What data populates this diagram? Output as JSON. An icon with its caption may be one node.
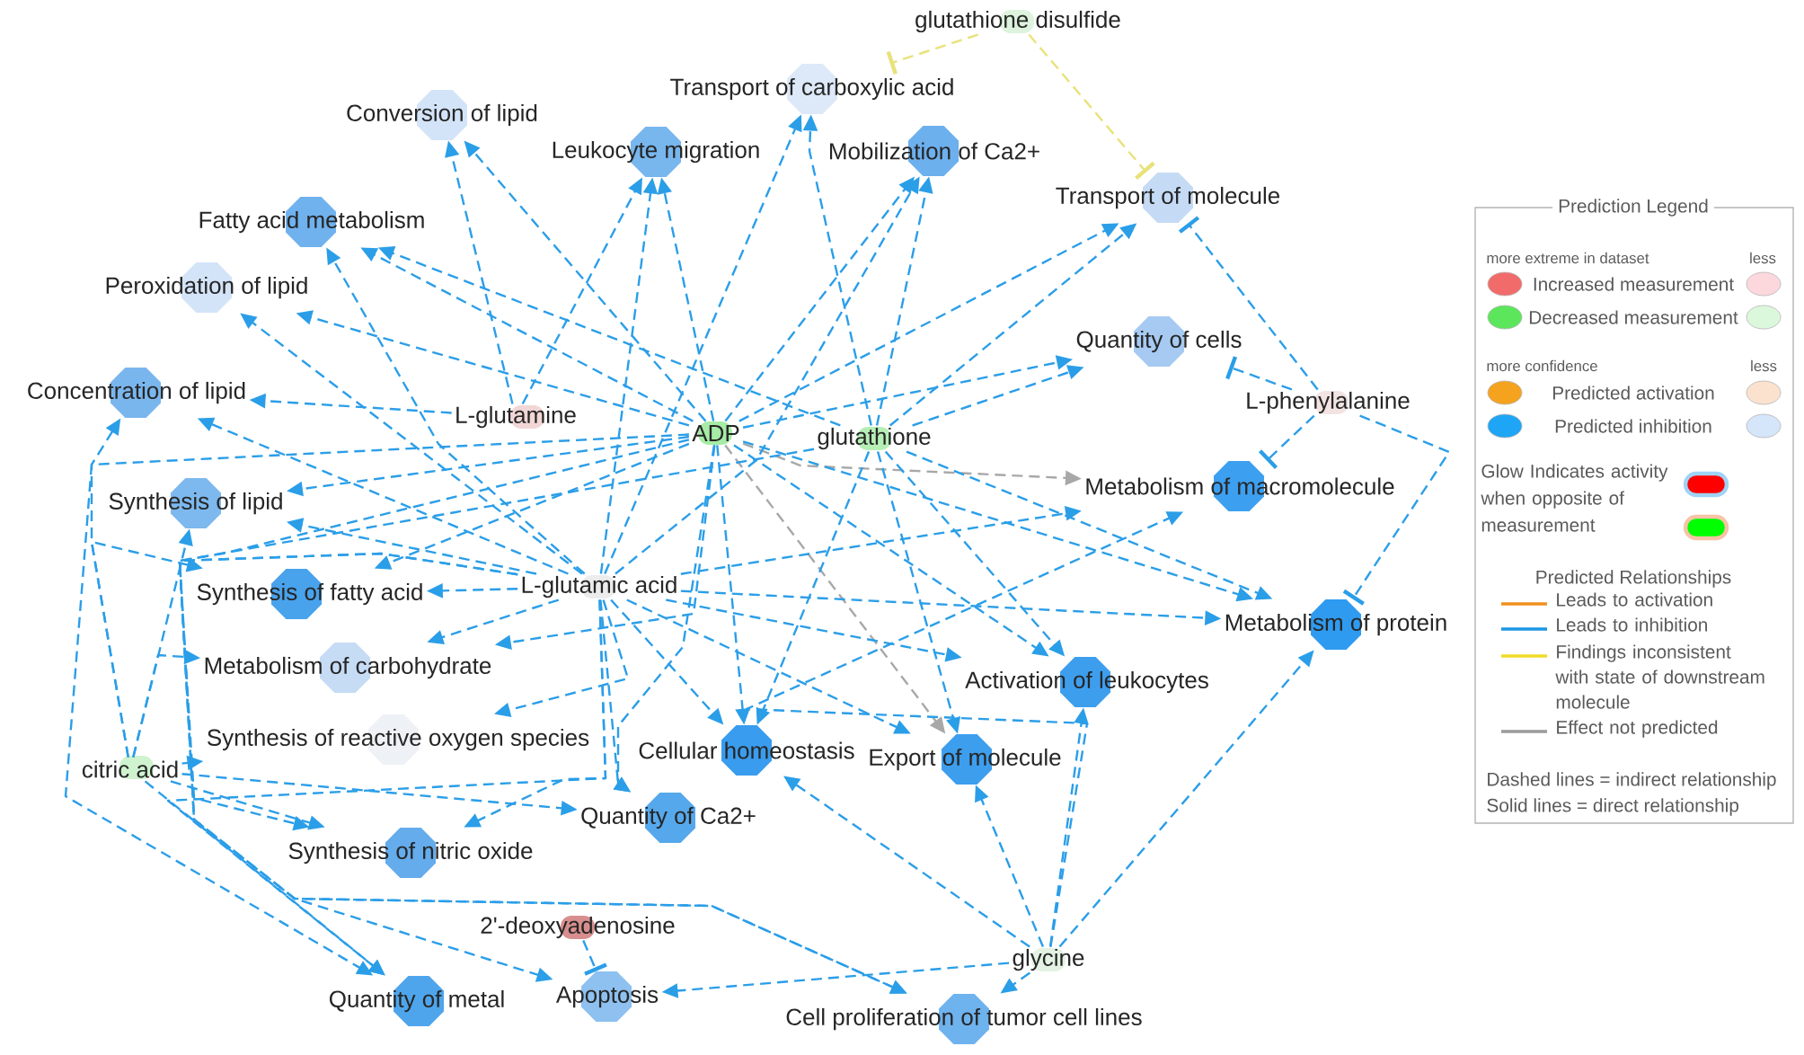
{
  "diagram": {
    "nodes": [
      {
        "text": [
          "glutathione disulfide"
        ]
      },
      {
        "text": [
          "Transport of carboxylic acid"
        ]
      },
      {
        "text": [
          "Conversion of lipid"
        ]
      },
      {
        "text": [
          "Leukocyte migration"
        ]
      },
      {
        "text": [
          "Mobilization of Ca2+"
        ]
      },
      {
        "text": [
          "Transport of molecule"
        ]
      },
      {
        "text": [
          "Fatty acid metabolism"
        ]
      },
      {
        "text": [
          "Peroxidation of lipid"
        ]
      },
      {
        "text": [
          "Quantity of cells"
        ]
      },
      {
        "text": [
          "Concentration of lipid"
        ]
      },
      {
        "text": [
          "L-phenylalanine"
        ]
      },
      {
        "text": [
          "L-glutamine"
        ]
      },
      {
        "text": [
          "ADP"
        ]
      },
      {
        "text": [
          "glutathione"
        ]
      },
      {
        "text": [
          "Metabolism of macromolecule"
        ]
      },
      {
        "text": [
          "Synthesis of lipid"
        ]
      },
      {
        "text": [
          "L-glutamic acid"
        ]
      },
      {
        "text": [
          "Synthesis of fatty acid"
        ]
      },
      {
        "text": [
          "Metabolism of protein"
        ]
      },
      {
        "text": [
          "Metabolism of carbohydrate"
        ]
      },
      {
        "text": [
          "Activation of leukocytes"
        ]
      },
      {
        "text": [
          "Cellular homeostasis"
        ]
      },
      {
        "text": [
          "Synthesis of reactive oxygen species"
        ]
      },
      {
        "text": [
          "Export of molecule"
        ]
      },
      {
        "text": [
          "citric acid"
        ]
      },
      {
        "text": [
          "Quantity of Ca2+"
        ]
      },
      {
        "text": [
          "Synthesis of nitric oxide"
        ]
      },
      {
        "text": [
          "Cell proliferation of tumor cell lines"
        ]
      },
      {
        "text": [
          "2'-deoxyadenosine"
        ]
      },
      {
        "text": [
          "glycine"
        ]
      },
      {
        "text": [
          "Quantity of metal"
        ]
      },
      {
        "text": [
          "Apoptosis"
        ]
      }
    ],
    "edges": [
      {
        "from": 0,
        "to": 1,
        "arrow": "other",
        "style": "dashed",
        "color": "#e8e27a"
      },
      {
        "from": 0,
        "to": 5,
        "arrow": "other",
        "style": "dashed",
        "color": "#e8e27a"
      },
      {
        "from": 10,
        "to": 5,
        "arrow": "other",
        "style": "dashed"
      },
      {
        "from": 10,
        "to": 8,
        "arrow": "other",
        "style": "dashed"
      },
      {
        "from": 10,
        "to": 14,
        "arrow": "other",
        "style": "dashed"
      },
      {
        "from": 10,
        "to": 18,
        "arrow": "other",
        "style": "dashed"
      },
      {
        "from": 11,
        "to": 2,
        "arrow": "to",
        "style": "dashed"
      },
      {
        "from": 11,
        "to": 3,
        "arrow": "to",
        "style": "dashed"
      },
      {
        "from": 11,
        "to": 9,
        "arrow": "to",
        "style": "dashed"
      },
      {
        "from": 12,
        "to": 2,
        "arrow": "to",
        "style": "dashed"
      },
      {
        "from": 12,
        "to": 3,
        "arrow": "to",
        "style": "dashed"
      },
      {
        "from": 12,
        "to": 4,
        "arrow": "to",
        "style": "dashed"
      },
      {
        "from": 12,
        "to": 5,
        "arrow": "to",
        "style": "dashed"
      },
      {
        "from": 12,
        "to": 6,
        "arrow": "to",
        "style": "dashed"
      },
      {
        "from": 12,
        "to": 7,
        "arrow": "to",
        "style": "dashed"
      },
      {
        "from": 12,
        "to": 8,
        "arrow": "to",
        "style": "dashed"
      },
      {
        "from": 12,
        "to": 14,
        "arrow": "to",
        "style": "dashed",
        "color": "#a8a8a8"
      },
      {
        "from": 12,
        "to": 18,
        "arrow": "to",
        "style": "dashed"
      },
      {
        "from": 12,
        "to": 20,
        "arrow": "to",
        "style": "dashed"
      },
      {
        "from": 12,
        "to": 21,
        "arrow": "to",
        "style": "dashed"
      },
      {
        "from": 12,
        "to": 23,
        "arrow": "to",
        "style": "dashed",
        "color": "#a8a8a8"
      },
      {
        "from": 12,
        "to": 25,
        "arrow": "to",
        "style": "dashed"
      },
      {
        "from": 12,
        "to": 26,
        "arrow": "to",
        "style": "dashed"
      },
      {
        "from": 12,
        "to": 30,
        "arrow": "to",
        "style": "dashed"
      },
      {
        "from": 12,
        "to": 19,
        "arrow": "to",
        "style": "dashed"
      },
      {
        "from": 12,
        "to": 17,
        "arrow": "to",
        "style": "dashed"
      },
      {
        "from": 12,
        "to": 15,
        "arrow": "to",
        "style": "dashed"
      },
      {
        "from": 13,
        "to": 1,
        "arrow": "to",
        "style": "dashed"
      },
      {
        "from": 13,
        "to": 4,
        "arrow": "to",
        "style": "dashed"
      },
      {
        "from": 13,
        "to": 5,
        "arrow": "to",
        "style": "dashed"
      },
      {
        "from": 13,
        "to": 6,
        "arrow": "to",
        "style": "dashed"
      },
      {
        "from": 13,
        "to": 8,
        "arrow": "to",
        "style": "dashed"
      },
      {
        "from": 13,
        "to": 18,
        "arrow": "to",
        "style": "dashed"
      },
      {
        "from": 13,
        "to": 20,
        "arrow": "to",
        "style": "dashed"
      },
      {
        "from": 13,
        "to": 21,
        "arrow": "to",
        "style": "dashed"
      },
      {
        "from": 13,
        "to": 23,
        "arrow": "to",
        "style": "dashed"
      },
      {
        "from": 13,
        "to": 27,
        "arrow": "to",
        "style": "dashed"
      },
      {
        "from": 16,
        "to": 1,
        "arrow": "to",
        "style": "dashed"
      },
      {
        "from": 16,
        "to": 3,
        "arrow": "to",
        "style": "dashed"
      },
      {
        "from": 16,
        "to": 4,
        "arrow": "to",
        "style": "dashed"
      },
      {
        "from": 16,
        "to": 6,
        "arrow": "to",
        "style": "dashed"
      },
      {
        "from": 16,
        "to": 7,
        "arrow": "to",
        "style": "dashed"
      },
      {
        "from": 16,
        "to": 9,
        "arrow": "to",
        "style": "dashed"
      },
      {
        "from": 16,
        "to": 14,
        "arrow": "to",
        "style": "dashed"
      },
      {
        "from": 16,
        "to": 18,
        "arrow": "to",
        "style": "dashed"
      },
      {
        "from": 16,
        "to": 20,
        "arrow": "to",
        "style": "dashed"
      },
      {
        "from": 16,
        "to": 21,
        "arrow": "to",
        "style": "dashed"
      },
      {
        "from": 16,
        "to": 23,
        "arrow": "to",
        "style": "dashed"
      },
      {
        "from": 16,
        "to": 25,
        "arrow": "to",
        "style": "dashed"
      },
      {
        "from": 16,
        "to": 27,
        "arrow": "to",
        "style": "dashed"
      },
      {
        "from": 16,
        "to": 26,
        "arrow": "to",
        "style": "dashed"
      },
      {
        "from": 16,
        "to": 30,
        "arrow": "to",
        "style": "dashed"
      },
      {
        "from": 16,
        "to": 31,
        "arrow": "to",
        "style": "dashed"
      },
      {
        "from": 16,
        "to": 22,
        "arrow": "to",
        "style": "dashed"
      },
      {
        "from": 16,
        "to": 19,
        "arrow": "to",
        "style": "dashed"
      },
      {
        "from": 16,
        "to": 17,
        "arrow": "to",
        "style": "dashed"
      },
      {
        "from": 16,
        "to": 15,
        "arrow": "to",
        "style": "dashed"
      },
      {
        "from": 24,
        "to": 9,
        "arrow": "to",
        "style": "dashed"
      },
      {
        "from": 24,
        "to": 15,
        "arrow": "to",
        "style": "dashed"
      },
      {
        "from": 24,
        "to": 17,
        "arrow": "to",
        "style": "dashed"
      },
      {
        "from": 24,
        "to": 19,
        "arrow": "to",
        "style": "dashed"
      },
      {
        "from": 24,
        "to": 22,
        "arrow": "to",
        "style": "dashed"
      },
      {
        "from": 24,
        "to": 25,
        "arrow": "to",
        "style": "dashed"
      },
      {
        "from": 24,
        "to": 26,
        "arrow": "to",
        "style": "dashed"
      },
      {
        "from": 24,
        "to": 30,
        "arrow": "to",
        "style": "dashed"
      },
      {
        "from": 28,
        "to": 31,
        "arrow": "other",
        "style": "dashed"
      },
      {
        "from": 29,
        "to": 31,
        "arrow": "to",
        "style": "dashed"
      },
      {
        "from": 29,
        "to": 27,
        "arrow": "to",
        "style": "dashed"
      },
      {
        "from": 29,
        "to": 21,
        "arrow": "to",
        "style": "dashed"
      },
      {
        "from": 29,
        "to": 23,
        "arrow": "to",
        "style": "dashed"
      },
      {
        "from": 29,
        "to": 20,
        "arrow": "to",
        "style": "dashed"
      },
      {
        "from": 29,
        "to": 14,
        "arrow": "to",
        "style": "dashed"
      },
      {
        "from": 29,
        "to": 18,
        "arrow": "to",
        "style": "dashed"
      }
    ],
    "labels": [
      "Prediction Legend",
      "more extreme in dataset",
      "less",
      "more confidence",
      "less",
      "Predicted Relationships",
      "Dashed lines = indirect relationship",
      "Solid lines = direct relationship"
    ],
    "legend": [
      {
        "text": "Increased measurement",
        "color": "#f26b6b"
      },
      {
        "text": "Decreased measurement",
        "color": "#5ce65c"
      },
      {
        "text": "Predicted activation",
        "color": "#f5a21e"
      },
      {
        "text": "Predicted inhibition",
        "color": "#1ea5f5"
      },
      {
        "text": "Glow Indicates activity when opposite of measurement"
      },
      {
        "text": "Leads to activation"
      },
      {
        "text": "Leads to inhibition"
      },
      {
        "text": "Findings inconsistent with state of downstream molecule"
      },
      {
        "text": "Effect not predicted"
      }
    ]
  }
}
